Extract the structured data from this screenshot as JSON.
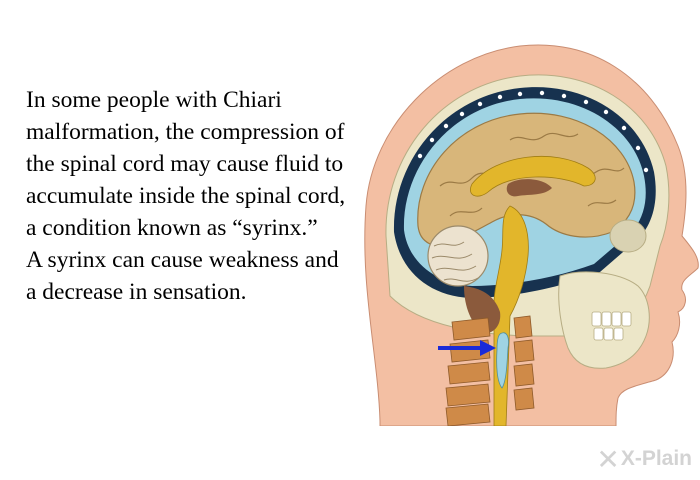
{
  "body_text": {
    "paragraph_1": "In some people with Chiari malformation, the compression of the spinal cord may cause fluid to accumulate inside the spinal cord, a condition known as “syrinx.”",
    "paragraph_2": "A syrinx can cause weakness and a decrease in sensation."
  },
  "figure": {
    "subject": "sagittal cross-section of head and neck showing brain, cerebellum, skull and spinal cord with syrinx",
    "arrow_color": "#1a2bd8"
  },
  "brand": {
    "logo_text": "X-Plain"
  },
  "colors": {
    "skin": "#f3bfa3",
    "brain": "#d8b67a",
    "csf": "#9fd3e3",
    "dura": "#17324f",
    "bone": "#ece6c8",
    "vertebra": "#cf8a48",
    "cord": "#e2b62b"
  }
}
